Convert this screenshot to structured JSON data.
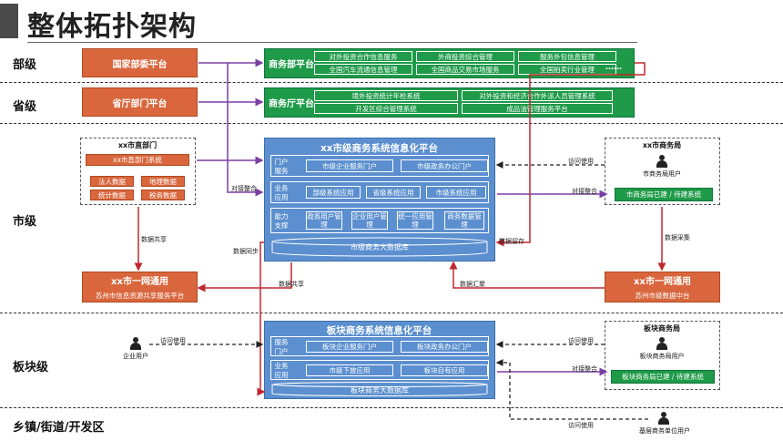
{
  "title": "整体拓扑架构",
  "levels": {
    "ministry": "部级",
    "province": "省级",
    "city": "市级",
    "block": "板块级",
    "town": "乡镇/街道/开发区"
  },
  "ministry_platform": "国家部委平台",
  "ministry_commerce": {
    "title": "商务部平台",
    "items": [
      "对外投资合作信息服务",
      "外商投资综合管理",
      "服务外包信息管理",
      "全国汽车流通信息管理",
      "全国商品交易市场服务",
      "全国拍卖行业管理"
    ],
    "more": "……"
  },
  "province_platform": "省厅部门平台",
  "province_commerce": {
    "title": "商务厅平台",
    "items": [
      "境外投资统计年检系统",
      "对外投资和经济合作外派人员管理系统",
      "开发区综合管理系统",
      "成品油管理服务平台"
    ]
  },
  "city_direct": {
    "title": "xx市直部门",
    "system": "xx市直部门系统",
    "items": [
      "法人数据",
      "地理数据",
      "统计数据",
      "税务数据"
    ]
  },
  "city_platform": {
    "title": "xx市级商务系统信息化平台",
    "portal_label": "门户服务",
    "portals": [
      "市级企业服务门户",
      "市级政务办公门户"
    ],
    "app_label": "业务应用",
    "apps": [
      "部级系统应用",
      "省级系统应用",
      "市级系统应用"
    ],
    "cap_label": "能力支撑",
    "caps": [
      "政务用户管理",
      "企业用户管理",
      "统一应用管理",
      "商务数据管理"
    ],
    "db": "市级商务大数据库"
  },
  "city_bureau": {
    "title": "xx市商务局",
    "user": "市商务局用户",
    "system": "市商务局已建 / 待建系统"
  },
  "city_share": {
    "title": "xx市一网通用",
    "sub": "苏州市信息资源共享服务平台"
  },
  "city_middle": {
    "title": "xx市一网通用",
    "sub": "苏州市级数据中台"
  },
  "block_platform": {
    "title": "板块商务系统信息化平台",
    "portal_label": "服务门户",
    "portals": [
      "板块企业服务门户",
      "板块政务办公门户"
    ],
    "app_label": "业务应用",
    "apps": [
      "市级下放应用",
      "板块自有应用"
    ],
    "db": "板块商务大数据库"
  },
  "block_bureau": {
    "title": "板块商务局",
    "user": "板块商务局用户",
    "system": "板块商务局已建 / 待建系统"
  },
  "enterprise_user": "企业用户",
  "grassroots_user": "基层商务单位用户",
  "labels": {
    "access": "访问使用",
    "integrate": "对接整合",
    "data_share": "数据共享",
    "data_sync": "数据同步",
    "data_retain": "数据留存",
    "data_collect": "数据采集",
    "data_aggregate": "数据汇聚"
  },
  "colors": {
    "orange": "#d9663c",
    "green": "#1e9a48",
    "blue": "#5b8fcf",
    "purple": "#7b3fa3",
    "red": "#c0282d"
  }
}
